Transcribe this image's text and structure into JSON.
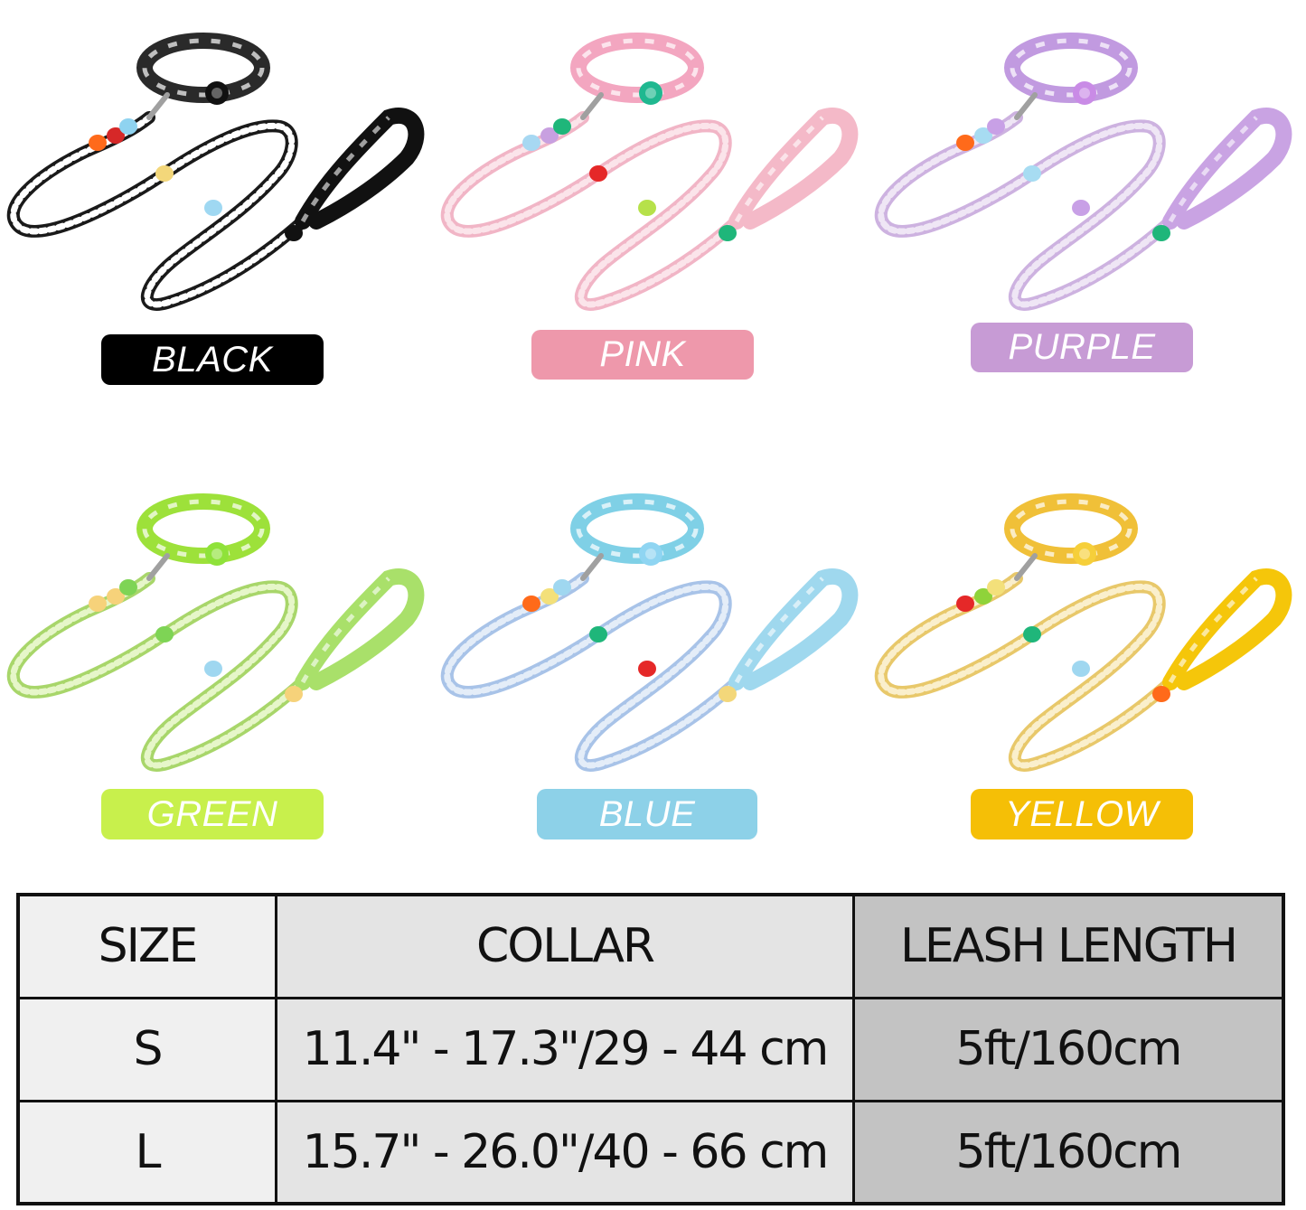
{
  "variants": [
    {
      "label": "BLACK",
      "label_color": "#000000",
      "rope_color": "#1a1a1a",
      "rope_light": "#ffffff",
      "collar_color": "#2a2a2a",
      "buckle_color": "#111111",
      "handle_color": "#111111",
      "beads": [
        "#ff6a1a",
        "#d62828",
        "#8fd3f0",
        "#f3d77a",
        "#9fd8f2",
        "#111111"
      ]
    },
    {
      "label": "PINK",
      "label_color": "#ee98ab",
      "rope_color": "#f1b5c6",
      "rope_light": "#fbe4ea",
      "collar_color": "#f3a6c0",
      "buckle_color": "#1fb890",
      "handle_color": "#f4b9c8",
      "beads": [
        "#a7d8f2",
        "#c8a0e0",
        "#1fb67a",
        "#e52828",
        "#b6e14a",
        "#1fb67a"
      ]
    },
    {
      "label": "PURPLE",
      "label_color": "#c79bd5",
      "rope_color": "#cdb2e0",
      "rope_light": "#efe6f5",
      "collar_color": "#c19ae0",
      "buckle_color": "#c98be6",
      "handle_color": "#c9a3e3",
      "beads": [
        "#ff6a1a",
        "#a7dcf2",
        "#c8a0e6",
        "#a7dcf2",
        "#c8a0e6",
        "#1fb67a"
      ]
    },
    {
      "label": "GREEN",
      "label_color": "#c8f04c",
      "rope_color": "#a8d66a",
      "rope_light": "#e6f6c9",
      "collar_color": "#9de13a",
      "buckle_color": "#8fe23a",
      "handle_color": "#a9e06a",
      "beads": [
        "#f6d27a",
        "#f6d27a",
        "#7ed455",
        "#7ed455",
        "#9fd7f0",
        "#f6d27a"
      ]
    },
    {
      "label": "BLUE",
      "label_color": "#8dd1e8",
      "rope_color": "#a8c3e8",
      "rope_light": "#e4edf8",
      "collar_color": "#7fd0e6",
      "buckle_color": "#8fd5f2",
      "handle_color": "#9fd8ee",
      "beads": [
        "#ff6a1a",
        "#f3e07a",
        "#9fd7f0",
        "#1fb67a",
        "#e52828",
        "#f3d77a"
      ]
    },
    {
      "label": "YELLOW",
      "label_color": "#f5bf06",
      "rope_color": "#e8c86a",
      "rope_light": "#faefcc",
      "collar_color": "#f0c038",
      "buckle_color": "#f6cf3a",
      "handle_color": "#f5c60a",
      "beads": [
        "#e52828",
        "#8fd33a",
        "#f3e07a",
        "#1fb67a",
        "#9fd7f0",
        "#ff6a1a"
      ]
    }
  ],
  "size_table": {
    "headers": [
      "SIZE",
      "COLLAR",
      "LEASH LENGTH"
    ],
    "rows": [
      [
        "S",
        "11.4\" - 17.3\"/29 - 44 cm",
        "5ft/160cm"
      ],
      [
        "L",
        "15.7\" - 26.0\"/40 - 66 cm",
        "5ft/160cm"
      ]
    ]
  }
}
